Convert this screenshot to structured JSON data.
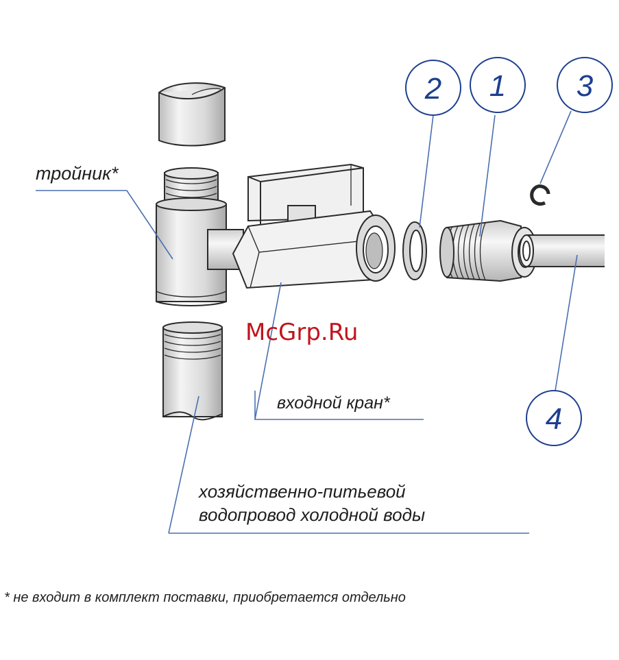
{
  "labels": {
    "tee": "тройник*",
    "inlet_valve": "входной кран*",
    "pipeline_line1": "хозяйственно-питьевой",
    "pipeline_line2": "водопровод холодной воды",
    "footnote": "* не входит в комплект поставки, приобретается отдельно"
  },
  "callouts": [
    {
      "id": "2",
      "text": "2"
    },
    {
      "id": "1",
      "text": "1"
    },
    {
      "id": "3",
      "text": "3"
    },
    {
      "id": "4",
      "text": "4"
    }
  ],
  "watermark": "McGrp.Ru",
  "colors": {
    "line": "#2a2a2a",
    "callout_circle": "#1d3f8f",
    "leader": "#4a6fb0",
    "watermark": "#c0141c"
  }
}
